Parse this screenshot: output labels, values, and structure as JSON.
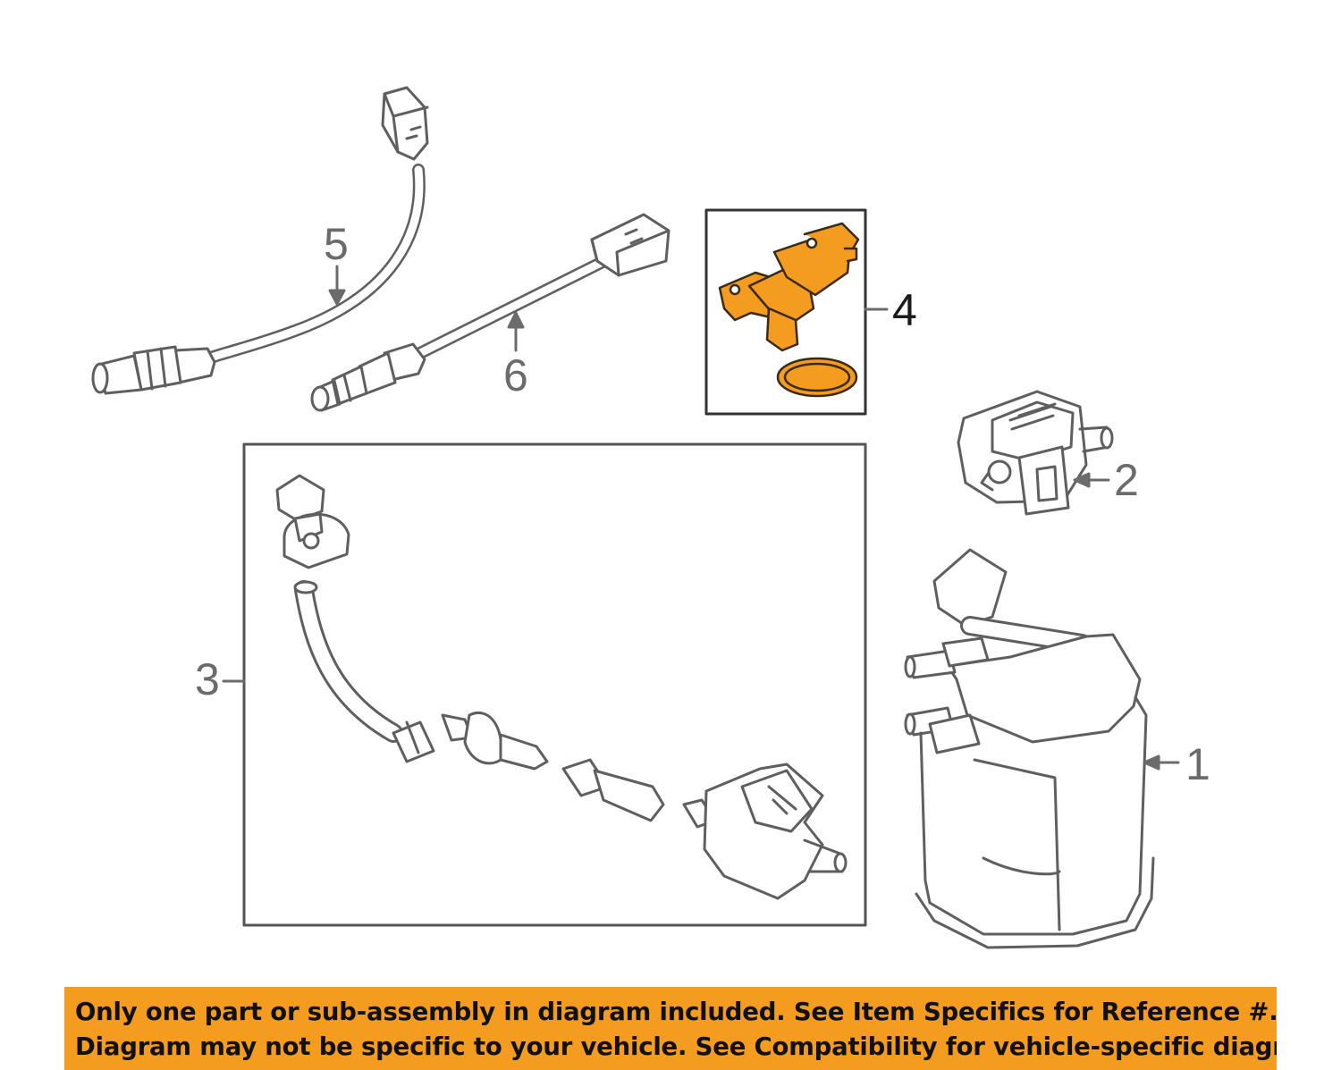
{
  "colors": {
    "highlight": "#f39c1f",
    "banner": "#f39c1f",
    "line": "#5f5f5f",
    "frame": "#555555"
  },
  "callouts": {
    "c1": "1",
    "c2": "2",
    "c3": "3",
    "c4": "4",
    "c5": "5",
    "c6": "6"
  },
  "banner": {
    "line1": "Only one part or sub-assembly in diagram included. See Item Specifics for Reference #.",
    "line2": "Diagram may not be specific to your vehicle. See Compatibility for vehicle-specific diagrams."
  }
}
